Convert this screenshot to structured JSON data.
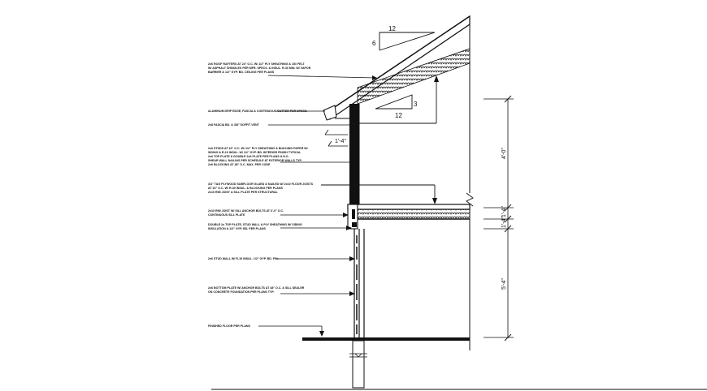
{
  "slopes": {
    "roof": {
      "rise": "6",
      "run": "12"
    },
    "ceiling": {
      "rise": "3",
      "run": "12"
    }
  },
  "dimensions": {
    "eave_drop": "1'-4\"",
    "upper_wall": "4'-0\"",
    "floor_depth_1": "1'-4\"",
    "floor_depth_2": "1'-4\"",
    "lower_wall": "5'-4\""
  },
  "notes": [
    {
      "lines": [
        "2x6 ROOF RAFTERS AT 24\" O.C. W/ 1/2\" PLY SHEATHING & 15# FELT",
        "W/ ASPHALT SHINGLES PER MFR. SPECS. & INSUL. R-30 MIN. W/ VAPOR",
        "BARRIER & 1/2\" GYP. BD. CEILING PER PLANS"
      ]
    },
    {
      "lines": [
        "ALUMINUM DRIP EDGE, FASCIA & CONTINUOUS GUTTER PER SPECS."
      ]
    },
    {
      "lines": [
        "2x8 FASCIA BD. & 3/8\" SOFFIT VENT"
      ]
    },
    {
      "lines": [
        "2x6 STUDS AT 16\" O.C. W/ 1/2\" PLY SHEATHING & BUILDING PAPER W/",
        "SIDING & R-19 INSUL. W/ 1/2\" GYP. BD. INTERIOR FINISH TYPICAL",
        "2x6 TOP PLATE & DOUBLE 2x6 PLATE PER PLANS U.N.O.",
        "SHEAR WALL NAILING PER SCHEDULE AT EXTERIOR WALLS TYP.",
        "2x6 BLOCKING AT 48\" O.C. MAX. PER CODE"
      ]
    },
    {
      "lines": [
        "3/4\" T&G PLYWOOD SUBFLOOR GLUED & NAILED W/ 2x10 FLOOR JOISTS",
        "AT 16\" O.C. W/ R-30 INSUL. & BLOCKING PER PLANS",
        "2x10 RIM JOIST & SILL PLATE PER STRUCTURAL"
      ]
    },
    {
      "lines": [
        "2x10 RIM JOIST W/ SILL ANCHOR BOLTS AT 6'-0\" O.C.",
        "CONTINUOUS SILL PLATE"
      ]
    },
    {
      "lines": [
        "DOUBLE 2x TOP PLATE, STUD WALL & PLY SHEATHING W/ SIDING",
        "INSULATION & 1/2\" GYP. BD. PER PLANS"
      ]
    },
    {
      "lines": [
        "2x6 STUD WALL W/ R-19 INSUL. 1/2\" GYP. BD. FIN."
      ]
    },
    {
      "lines": [
        "2x6 BOTTOM PLATE W/ ANCHOR BOLTS AT 48\" O.C. & SILL SEALER",
        "ON CONCRETE FOUNDATION PER PLANS TYP."
      ]
    },
    {
      "lines": [
        "FINISHED FLOOR PER PLANS"
      ]
    }
  ]
}
